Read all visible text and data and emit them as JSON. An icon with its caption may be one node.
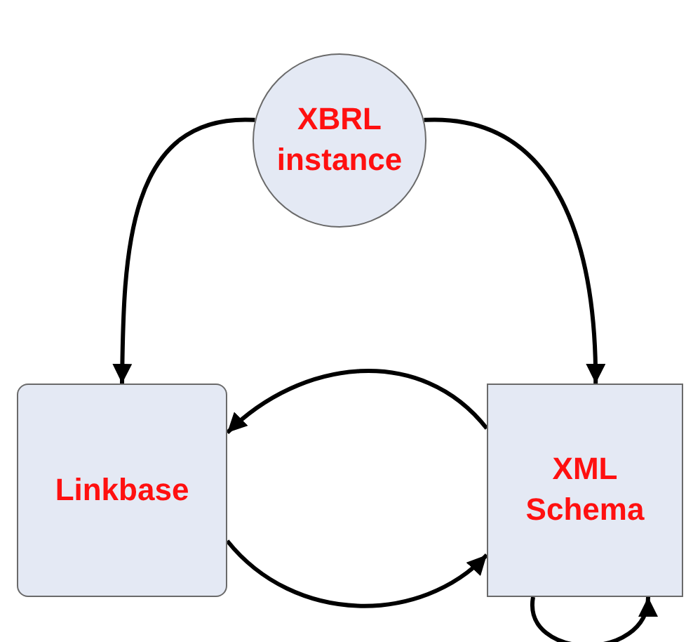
{
  "diagram": {
    "nodes": [
      {
        "text": [
          "XBRL instance"
        ]
      },
      {
        "text": [
          "Linkbase"
        ]
      },
      {
        "text": [
          "XML Schema"
        ]
      }
    ],
    "edges": [
      {
        "from": 0,
        "to": 1,
        "arrow": "to"
      },
      {
        "from": 0,
        "to": 2,
        "arrow": "to"
      },
      {
        "from": 2,
        "to": 1,
        "arrow": "to"
      },
      {
        "from": 1,
        "to": 2,
        "arrow": "to"
      },
      {
        "from": 2,
        "to": 2,
        "arrow": "to"
      }
    ]
  }
}
